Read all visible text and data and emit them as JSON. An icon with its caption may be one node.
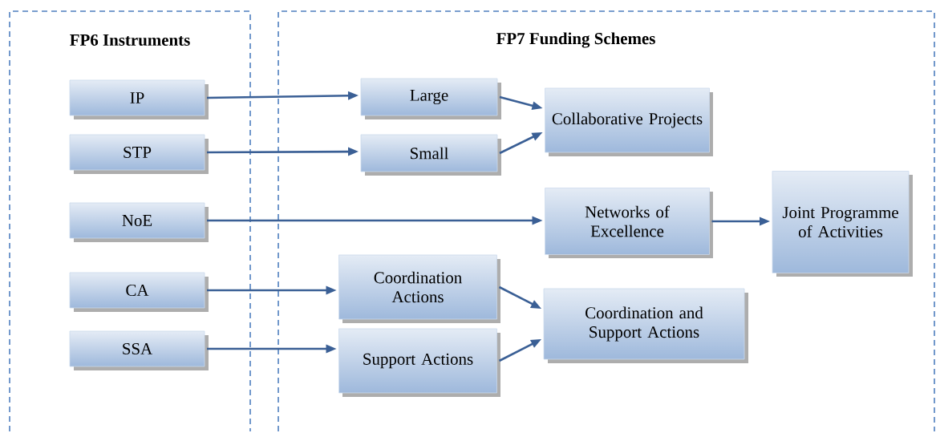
{
  "diagram": {
    "nodes": [
      {
        "text": [
          "FP6 Instruments"
        ]
      },
      {
        "text": [
          "FP7 Funding Schemes"
        ]
      },
      {
        "text": [
          "IP"
        ],
        "in": 0
      },
      {
        "text": [
          "STP"
        ],
        "in": 0
      },
      {
        "text": [
          "NoE"
        ],
        "in": 0
      },
      {
        "text": [
          "CA"
        ],
        "in": 0
      },
      {
        "text": [
          "SSA"
        ],
        "in": 0
      },
      {
        "text": [
          "Large"
        ],
        "in": 1
      },
      {
        "text": [
          "Small"
        ],
        "in": 1
      },
      {
        "text": [
          "Collaborative Projects"
        ],
        "in": 1
      },
      {
        "text": [
          "Networks of Excellence"
        ],
        "in": 1
      },
      {
        "text": [
          "Joint Programme of Activities"
        ],
        "in": 1
      },
      {
        "text": [
          "Coordination Actions"
        ],
        "in": 1
      },
      {
        "text": [
          "Support Actions"
        ],
        "in": 1
      },
      {
        "text": [
          "Coordination and Support Actions"
        ],
        "in": 1
      }
    ],
    "edges": [
      {
        "from": 2,
        "to": 7,
        "arrow": "to"
      },
      {
        "from": 3,
        "to": 8,
        "arrow": "to"
      },
      {
        "from": 7,
        "to": 9,
        "arrow": "to"
      },
      {
        "from": 8,
        "to": 9,
        "arrow": "to"
      },
      {
        "from": 4,
        "to": 10,
        "arrow": "to"
      },
      {
        "from": 10,
        "to": 11,
        "arrow": "to"
      },
      {
        "from": 5,
        "to": 12,
        "arrow": "to"
      },
      {
        "from": 6,
        "to": 13,
        "arrow": "to"
      },
      {
        "from": 12,
        "to": 14,
        "arrow": "to"
      },
      {
        "from": 13,
        "to": 14,
        "arrow": "to"
      }
    ]
  }
}
